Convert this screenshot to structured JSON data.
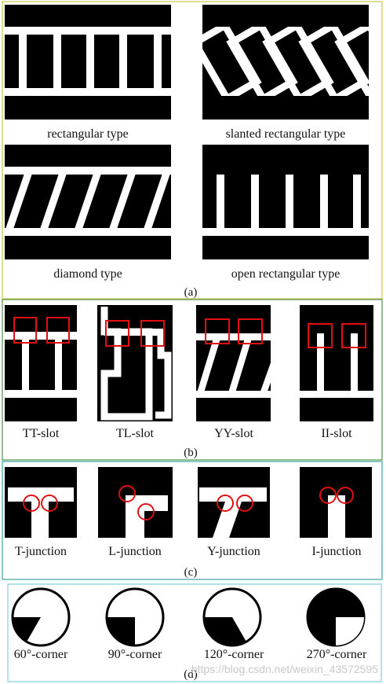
{
  "panel_a": {
    "labels": [
      "rectangular type",
      "slanted rectangular type",
      "diamond type",
      "open rectangular type"
    ],
    "sublabel": "(a)"
  },
  "panel_b": {
    "labels": [
      "TT-slot",
      "TL-slot",
      "YY-slot",
      "II-slot"
    ],
    "sublabel": "(b)"
  },
  "panel_c": {
    "labels": [
      "T-junction",
      "L-junction",
      "Y-junction",
      "I-junction"
    ],
    "sublabel": "(c)"
  },
  "panel_d": {
    "labels": [
      "60°-corner",
      "90°-corner",
      "120°-corner",
      "270°-corner"
    ],
    "sublabel": "(d)"
  },
  "watermark": "https://blog.csdn.net/weixin_43572595",
  "colors": {
    "frame_a": "#c8c84a",
    "frame_b": "#4f8f4f",
    "frame_c": "#3aa89a",
    "frame_d": "#7fd0d8",
    "highlight": "#e01010"
  }
}
